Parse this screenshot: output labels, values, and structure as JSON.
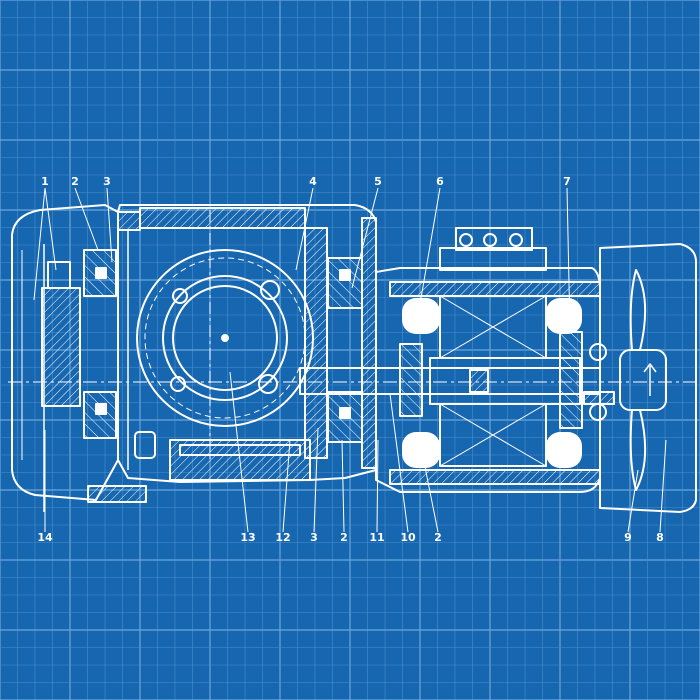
{
  "colors": {
    "background": "#1766b0",
    "grid_minor": "#4a8fce",
    "grid_major": "#6aa6dc",
    "line": "#ffffff"
  },
  "callouts": {
    "top": [
      "1",
      "2",
      "3",
      "4",
      "5",
      "6",
      "7"
    ],
    "bottom": [
      "14",
      "13",
      "12",
      "3",
      "2",
      "11",
      "10",
      "2",
      "9",
      "8"
    ]
  }
}
